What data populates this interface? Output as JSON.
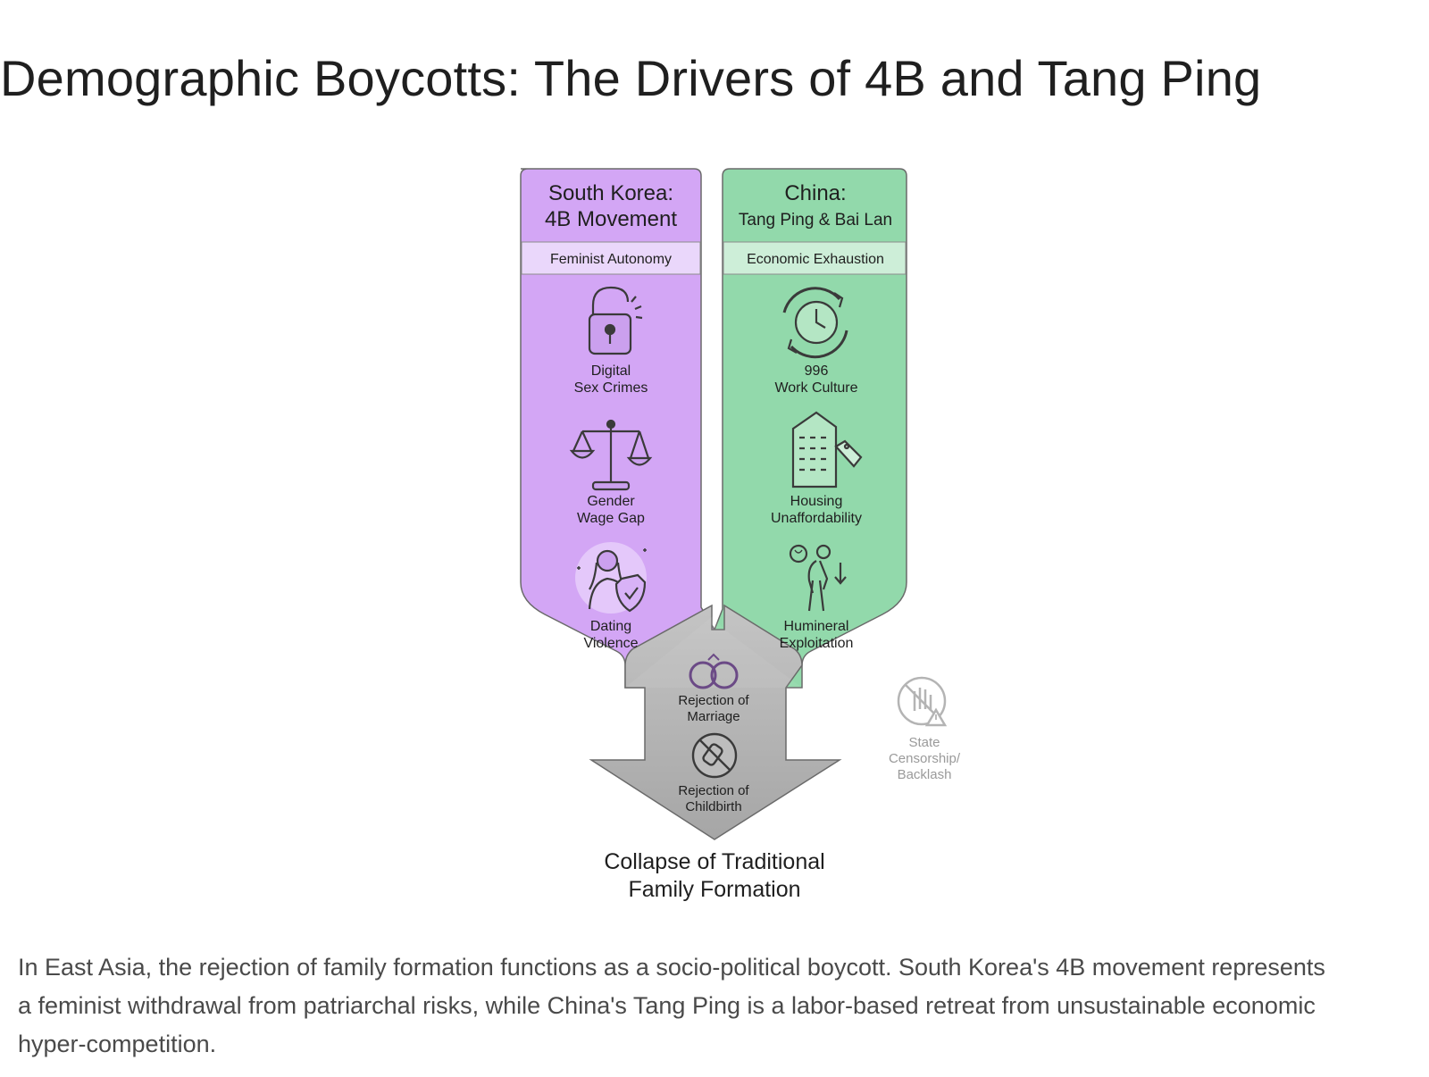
{
  "page": {
    "title": "Demographic Boycotts: The Drivers of 4B and Tang Ping",
    "caption": "In East Asia, the rejection of family formation functions as a socio-political boycott. South Korea's 4B movement represents a feminist withdrawal from patriarchal risks, while China's Tang Ping is a labor-based retreat from unsustainable economic hyper-competition."
  },
  "diagram": {
    "left_column": {
      "title_line1": "South Korea:",
      "title_line2": "4B Movement",
      "subtitle": "Feminist Autonomy",
      "color": "#d3a6f5",
      "band_color": "#ead7fb",
      "items": [
        {
          "icon": "broken-padlock-icon",
          "line1": "Digital",
          "line2": "Sex Crimes"
        },
        {
          "icon": "scales-icon",
          "line1": "Gender",
          "line2": "Wage Gap"
        },
        {
          "icon": "woman-shield-icon",
          "line1": "Dating",
          "line2": "Violence"
        }
      ]
    },
    "right_column": {
      "title_line1": "China:",
      "title_line2": "Tang Ping & Bai Lan",
      "subtitle": "Economic Exhaustion",
      "color": "#92d9ab",
      "band_color": "#cdeed8",
      "items": [
        {
          "icon": "clock-cycle-icon",
          "line1": "996",
          "line2": "Work Culture"
        },
        {
          "icon": "building-price-tag-icon",
          "line1": "Housing",
          "line2": "Unaffordability"
        },
        {
          "icon": "tired-worker-icon",
          "line1": "Humineral",
          "line2": "Exploitation"
        }
      ]
    },
    "merge": {
      "color": "#a9a9a9",
      "items": [
        {
          "icon": "rings-icon",
          "line1": "Rejection of",
          "line2": "Marriage"
        },
        {
          "icon": "no-baby-bottle-icon",
          "line1": "Rejection of",
          "line2": "Childbirth"
        }
      ]
    },
    "outcome": {
      "line1": "Collapse of Traditional",
      "line2": "Family Formation"
    },
    "side_note": {
      "icon": "stop-hand-warning-icon",
      "line1": "State",
      "line2": "Censorship/",
      "line3": "Backlash"
    }
  }
}
